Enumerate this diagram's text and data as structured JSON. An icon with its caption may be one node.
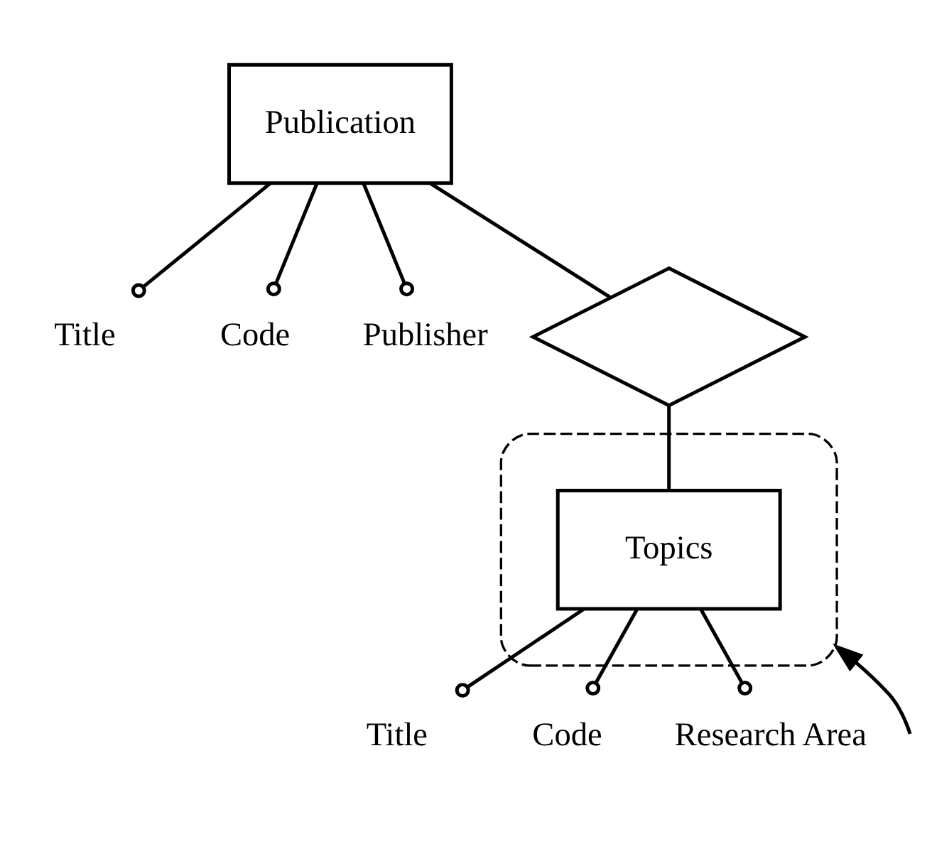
{
  "diagram": {
    "nodes": [
      {
        "text": [
          "Publication"
        ]
      },
      {
        "text": [
          "Title"
        ]
      },
      {
        "text": [
          "Code"
        ]
      },
      {
        "text": [
          "Publisher"
        ]
      },
      {
        "text": [],
        "shape": "diamond"
      },
      {
        "text": [],
        "shape": "ellipse"
      },
      {
        "text": [
          "Topics"
        ],
        "in": 5
      },
      {
        "text": [
          "Title"
        ]
      },
      {
        "text": [
          "Code"
        ]
      },
      {
        "text": [
          "Research Area"
        ]
      }
    ],
    "edges": [
      {
        "from": 0,
        "to": 1,
        "arrow": "other"
      },
      {
        "from": 0,
        "to": 2,
        "arrow": "other"
      },
      {
        "from": 0,
        "to": 3,
        "arrow": "other"
      },
      {
        "from": 0,
        "to": 4,
        "arrow": "none"
      },
      {
        "from": 4,
        "to": 6,
        "arrow": "none"
      },
      {
        "from": 6,
        "to": 7,
        "arrow": "other"
      },
      {
        "from": 6,
        "to": 8,
        "arrow": "other"
      },
      {
        "from": 6,
        "to": 9,
        "arrow": "other"
      },
      {
        "from": null,
        "to": 5,
        "arrow": "to"
      }
    ]
  }
}
